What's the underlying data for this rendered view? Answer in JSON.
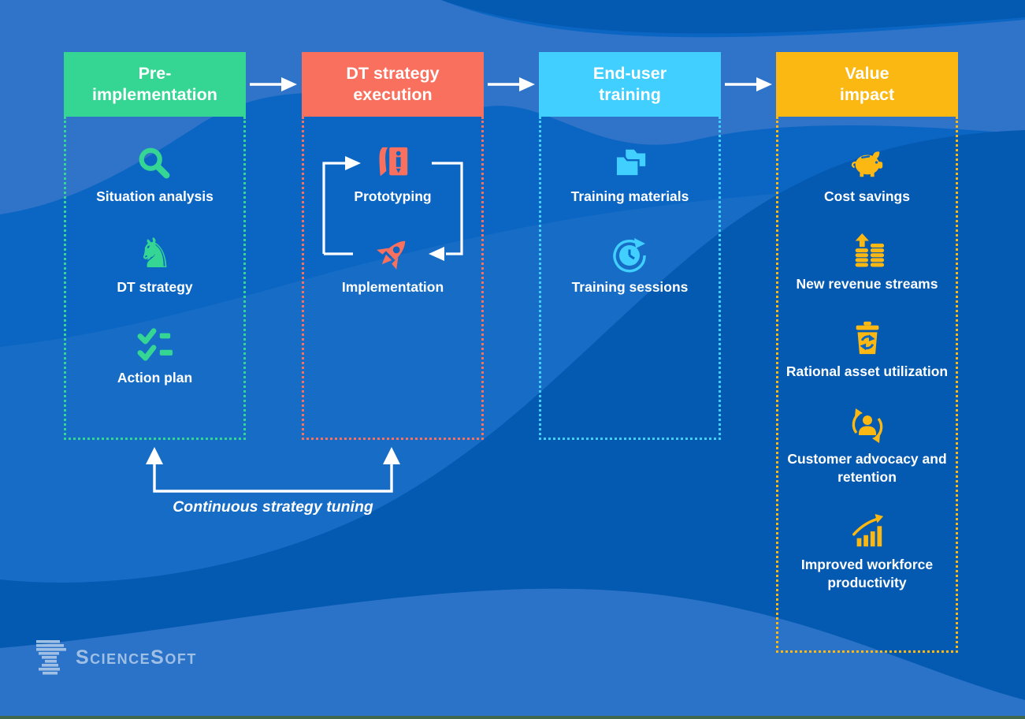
{
  "page": {
    "type": "process-flow infographic",
    "colors": {
      "background_base": "#0B66C3",
      "background_band_light": "#2F74C9",
      "background_band_dark": "#0459B0",
      "background_band_bottom": "#2B73C8",
      "bottom_edge_strip": "#40684E",
      "flow_arrow": "#FFFFFF",
      "text": "#FFFFFF"
    }
  },
  "columns": [
    {
      "title_line1": "Pre-",
      "title_line2": "implementation",
      "color": "#35D593",
      "items": [
        {
          "icon": "search-icon",
          "label": "Situation analysis"
        },
        {
          "icon": "chess-knight-icon",
          "label": "DT strategy",
          "glyph": "♞"
        },
        {
          "icon": "checklist-icon",
          "label": "Action plan"
        }
      ]
    },
    {
      "title_line1": "DT strategy",
      "title_line2": "execution",
      "color": "#F9705E",
      "items": [
        {
          "icon": "blueprint-pencil-icon",
          "label": "Prototyping"
        },
        {
          "icon": "rocket-icon",
          "label": "Implementation"
        }
      ],
      "loop_note": "white cyclic arrows between Prototyping and Implementation"
    },
    {
      "title_line1": "End-user",
      "title_line2": "training",
      "color": "#40CFFE",
      "items": [
        {
          "icon": "folders-icon",
          "label": "Training materials"
        },
        {
          "icon": "clock-refresh-icon",
          "label": "Training sessions"
        }
      ]
    },
    {
      "title_line1": "Value",
      "title_line2": "impact",
      "color": "#FBB813",
      "items": [
        {
          "icon": "piggy-bank-icon",
          "label": "Cost savings"
        },
        {
          "icon": "coin-stacks-icon",
          "label": "New revenue streams"
        },
        {
          "icon": "recycle-bin-icon",
          "label": "Rational asset utilization"
        },
        {
          "icon": "customer-cycle-icon",
          "label": "Customer advocacy and retention"
        },
        {
          "icon": "growth-chart-icon",
          "label": "Improved workforce productivity"
        }
      ]
    }
  ],
  "feedback_loop": {
    "label": "Continuous strategy tuning"
  },
  "logo": {
    "text": "ScienceSoft",
    "color": "#9FBFE4"
  }
}
